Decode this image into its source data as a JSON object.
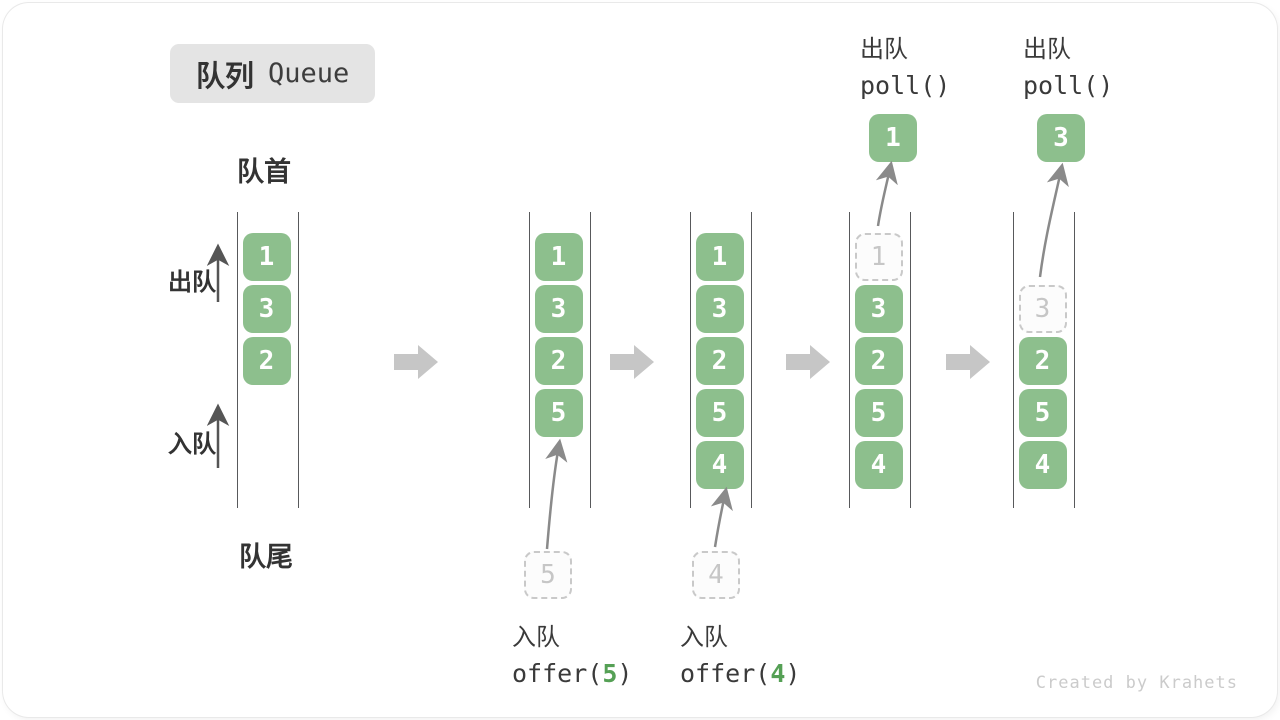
{
  "title": {
    "zh": "队列",
    "en": "Queue"
  },
  "labels": {
    "front": "队首",
    "rear": "队尾",
    "dequeue": "出队",
    "enqueue": "入队"
  },
  "watermark": "Created by Krahets",
  "colors": {
    "box_green": "#8dbf8d",
    "code_arg_green": "#55a055",
    "block_arrow_gray": "#c6c6c6",
    "ghost_gray": "#c9c9c9",
    "text_dark": "#3a3a3a"
  },
  "diagram": {
    "type": "queue-fifo-visualization",
    "states": [
      {
        "slots": [
          "1",
          "3",
          "2"
        ]
      },
      {
        "slots": [
          "1",
          "3",
          "2",
          "5"
        ],
        "enqueued": "5",
        "op": {
          "zh": "入队",
          "code_pre": "offer(",
          "code_arg": "5",
          "code_post": ")"
        }
      },
      {
        "slots": [
          "1",
          "3",
          "2",
          "5",
          "4"
        ],
        "enqueued": "4",
        "op": {
          "zh": "入队",
          "code_pre": "offer(",
          "code_arg": "4",
          "code_post": ")"
        }
      },
      {
        "ghost": "1",
        "slots": [
          "3",
          "2",
          "5",
          "4"
        ],
        "popped": "1",
        "op": {
          "zh": "出队",
          "code": "poll()"
        }
      },
      {
        "ghost": "3",
        "slots": [
          "2",
          "5",
          "4"
        ],
        "popped": "3",
        "op": {
          "zh": "出队",
          "code": "poll()"
        }
      }
    ]
  }
}
